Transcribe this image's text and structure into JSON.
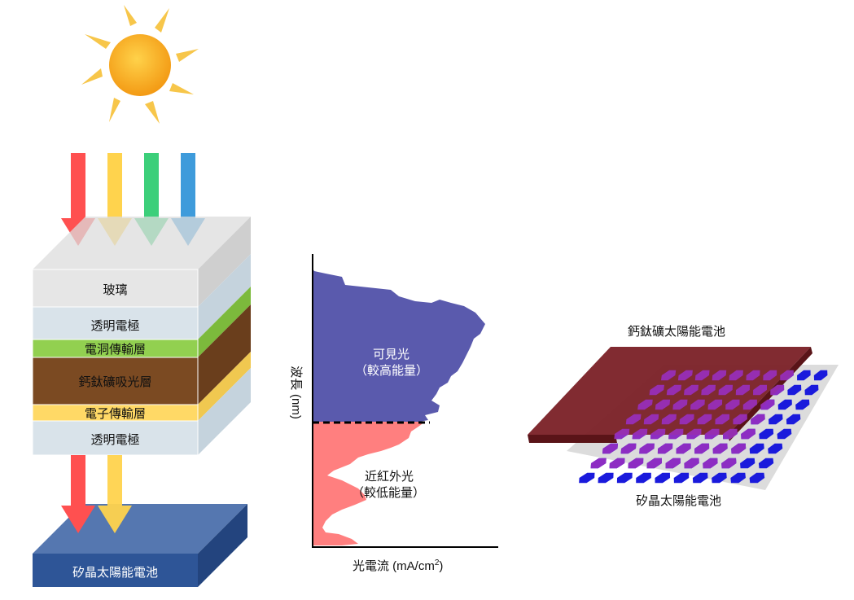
{
  "left_stack": {
    "layers": [
      "玻璃",
      "透明電極",
      "電洞傳輸層",
      "鈣鈦礦吸光層",
      "電子傳輸層",
      "透明電極"
    ],
    "silicon_cell": "矽晶太陽能電池",
    "colors": {
      "glass": "#e6e6e6",
      "transparent_electrode": "#d9e3ea",
      "hole_transport": "#92d050",
      "perovskite": "#7b4a22",
      "electron_transport": "#ffd966",
      "silicon": "#2e5597",
      "sun": "#f7a51e"
    },
    "arrow_colors": [
      "#ff5050",
      "#ffd34d",
      "#3ccf7a",
      "#3e9bdb"
    ]
  },
  "spectrum": {
    "y_axis_label": "波長",
    "y_axis_unit": "(nm)",
    "x_axis_label_prefix": "光電流 (mA/cm",
    "x_axis_label_sup": "2",
    "x_axis_label_suffix": ")",
    "visible_label": "可見光",
    "visible_sub": "（較高能量）",
    "nir_label": "近紅外光",
    "nir_sub": "（較低能量）",
    "visible_color": "#5a5aad",
    "nir_color": "#ff7f7f"
  },
  "tandem": {
    "top_label": "鈣鈦礦太陽能電池",
    "bottom_label": "矽晶太陽能電池",
    "perovskite_color": "#7a2026",
    "silicon_cell_color": "#1a1adc",
    "overlay_cell_color": "#9a30c0"
  }
}
